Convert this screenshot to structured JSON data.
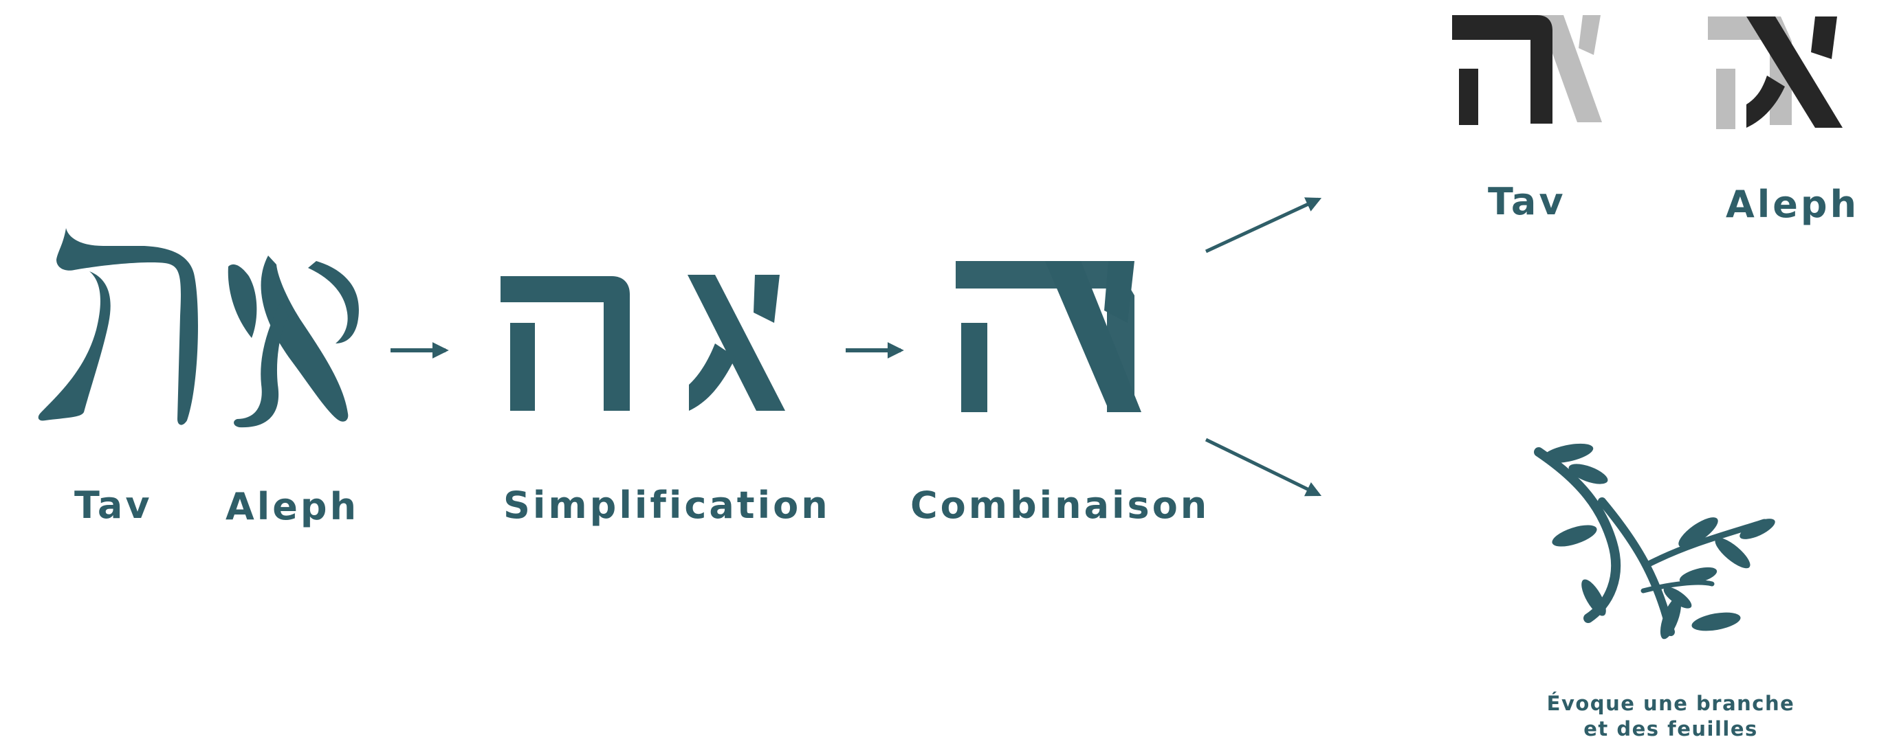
{
  "labels": {
    "tav": "Tav",
    "aleph": "Aleph",
    "simplification": "Simplification",
    "combinaison": "Combinaison",
    "tav_right": "Tav",
    "aleph_right": "Aleph",
    "branch_line1": "Évoque une branche",
    "branch_line2": "et des feuilles"
  },
  "colors": {
    "primary": "#2f5e68",
    "dark": "#262626",
    "light_grey": "#bdbdbd",
    "background": "#ffffff"
  }
}
